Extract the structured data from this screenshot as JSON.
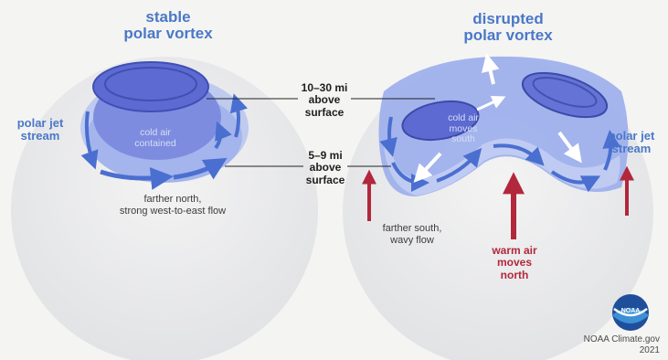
{
  "panels": {
    "stable": {
      "title_line1": "stable",
      "title_line2": "polar vortex",
      "jet_line1": "polar jet",
      "jet_line2": "stream",
      "inner_line1": "cold air",
      "inner_line2": "contained",
      "note_line1": "farther north,",
      "note_line2": "strong west-to-east flow"
    },
    "disrupted": {
      "title_line1": "disrupted",
      "title_line2": "polar vortex",
      "jet_line1": "polar jet",
      "jet_line2": "stream",
      "inner_line1": "cold air",
      "inner_line2": "moves",
      "inner_line3": "south",
      "note_line1": "farther south,",
      "note_line2": "wavy flow",
      "warm_line1": "warm air",
      "warm_line2": "moves",
      "warm_line3": "north"
    }
  },
  "altitudes": {
    "upper_line1": "10–30 mi",
    "upper_line2": "above",
    "upper_line3": "surface",
    "lower_line1": "5–9 mi",
    "lower_line2": "above",
    "lower_line3": "surface"
  },
  "credit": {
    "logo_text": "NOAA",
    "line1": "NOAA Climate.gov",
    "line2": "2021"
  },
  "colors": {
    "jet_blue": "#4a78c8",
    "vortex_blue": "#6878d8",
    "warm_red": "#b2273b",
    "globe_grey": "#e6e7ea"
  }
}
